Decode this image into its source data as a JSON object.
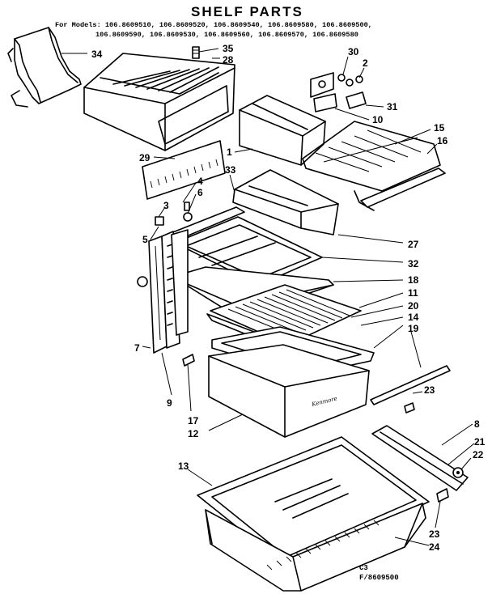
{
  "header": {
    "title": "SHELF PARTS",
    "models_line1": "For Models: 106.8609510, 106.8609520, 106.8609540, 106.8609580, 106.8609500,",
    "models_line2": "106.8609590, 106.8609530, 106.8609560, 106.8609570, 106.8609580"
  },
  "callouts": {
    "c34": "34",
    "c35": "35",
    "c28": "28",
    "c30": "30",
    "c2": "2",
    "c31": "31",
    "c10": "10",
    "c15": "15",
    "c16": "16",
    "c1": "1",
    "c29": "29",
    "c33": "33",
    "c4": "4",
    "c6": "6",
    "c3": "3",
    "c5": "5",
    "c27": "27",
    "c32": "32",
    "c18": "18",
    "c11": "11",
    "c20": "20",
    "c14": "14",
    "c19": "19",
    "c7": "7",
    "c9": "9",
    "c17": "17",
    "c12": "12",
    "c23a": "23",
    "c8": "8",
    "c21": "21",
    "c22": "22",
    "c13": "13",
    "c23b": "23",
    "c24": "24"
  },
  "brand_mark": "Kenmore",
  "footer": {
    "code": "C3",
    "ref": "F/8609500"
  }
}
